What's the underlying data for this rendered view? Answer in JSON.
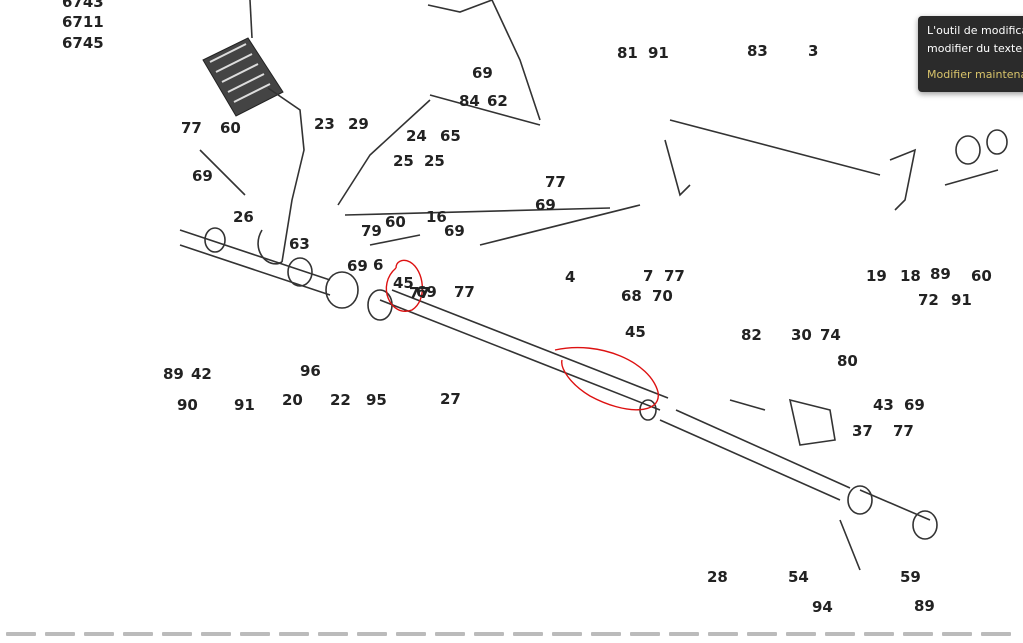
{
  "diagram": {
    "part_numbers_header": [
      "6743",
      "6711",
      "6745"
    ],
    "labels": [
      {
        "text": "77"
      },
      {
        "text": "60"
      },
      {
        "text": "23"
      },
      {
        "text": "29"
      },
      {
        "text": "24"
      },
      {
        "text": "65"
      },
      {
        "text": "25"
      },
      {
        "text": "25"
      },
      {
        "text": "69"
      },
      {
        "text": "62"
      },
      {
        "text": "84"
      },
      {
        "text": "77"
      },
      {
        "text": "69"
      },
      {
        "text": "81"
      },
      {
        "text": "91"
      },
      {
        "text": "83"
      },
      {
        "text": "3"
      },
      {
        "text": "69"
      },
      {
        "text": "26"
      },
      {
        "text": "63"
      },
      {
        "text": "60"
      },
      {
        "text": "79"
      },
      {
        "text": "16"
      },
      {
        "text": "69"
      },
      {
        "text": "6"
      },
      {
        "text": "69"
      },
      {
        "text": "77"
      },
      {
        "text": "45"
      },
      {
        "text": "69"
      },
      {
        "text": "77"
      },
      {
        "text": "4"
      },
      {
        "text": "68"
      },
      {
        "text": "7"
      },
      {
        "text": "77"
      },
      {
        "text": "70"
      },
      {
        "text": "19"
      },
      {
        "text": "18"
      },
      {
        "text": "89"
      },
      {
        "text": "91"
      },
      {
        "text": "60"
      },
      {
        "text": "72"
      },
      {
        "text": "89"
      },
      {
        "text": "42"
      },
      {
        "text": "90"
      },
      {
        "text": "91"
      },
      {
        "text": "96"
      },
      {
        "text": "20"
      },
      {
        "text": "22"
      },
      {
        "text": "95"
      },
      {
        "text": "27"
      },
      {
        "text": "45"
      },
      {
        "text": "82"
      },
      {
        "text": "30"
      },
      {
        "text": "74"
      },
      {
        "text": "80"
      },
      {
        "text": "43"
      },
      {
        "text": "69"
      },
      {
        "text": "37"
      },
      {
        "text": "77"
      },
      {
        "text": "28"
      },
      {
        "text": "54"
      },
      {
        "text": "94"
      },
      {
        "text": "59"
      },
      {
        "text": "89"
      }
    ]
  },
  "tooltip": {
    "line1": "L'outil de modifica",
    "line2": "modifier du texte",
    "action": "Modifier maintena"
  }
}
